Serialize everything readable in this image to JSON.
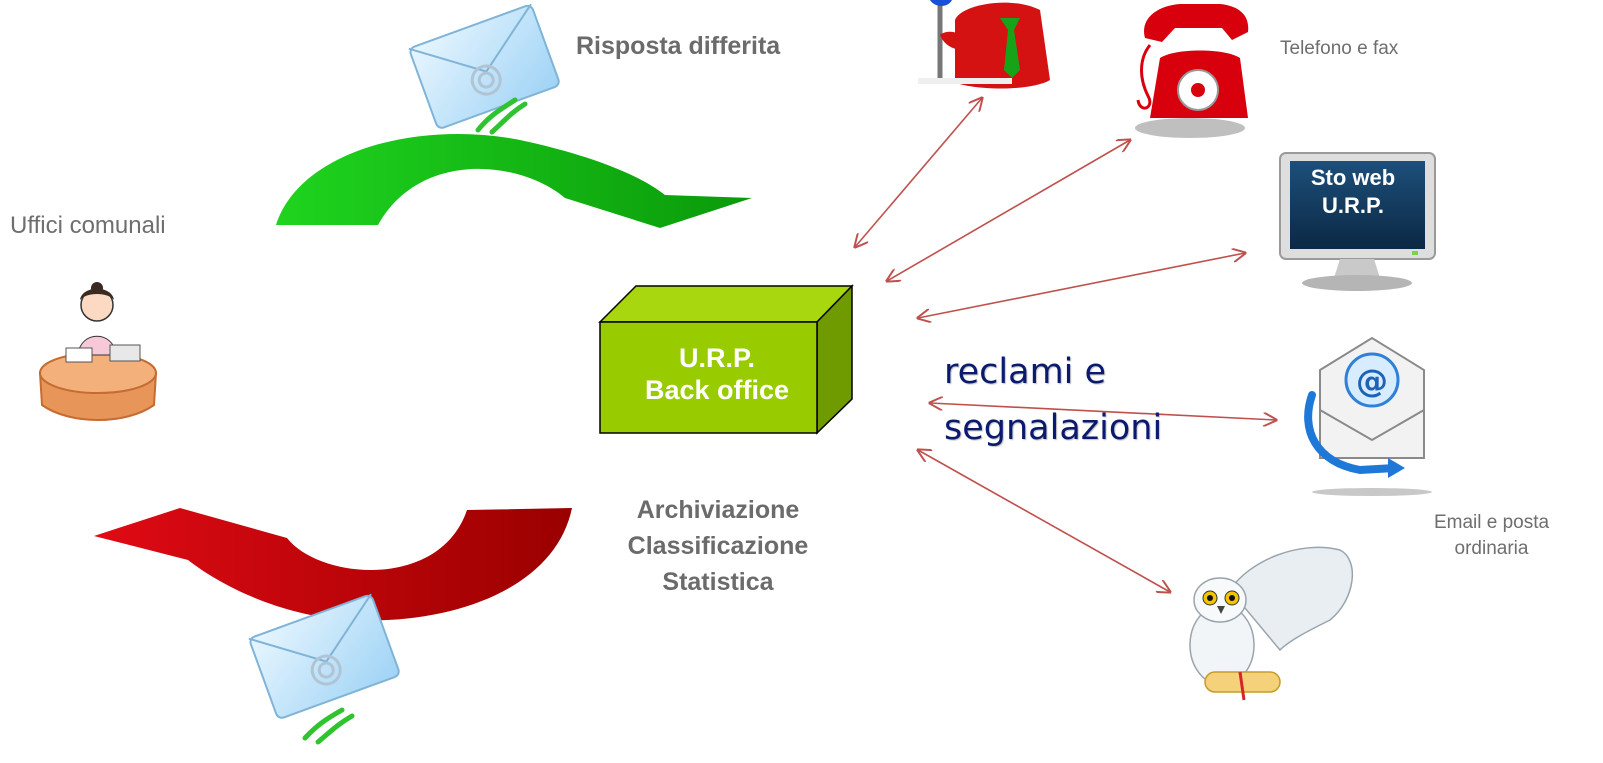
{
  "labels": {
    "risposta_differita": "Risposta differita",
    "uffici_comunali": "Uffici comunali",
    "urp_line1": "U.R.P.",
    "urp_line2": "Back office",
    "archiviazione": "Archiviazione",
    "classificazione": "Classificazione",
    "statistica": "Statistica",
    "telefono_fax": "Telefono e fax",
    "sito_web_line1": "Sto web",
    "sito_web_line2": "U.R.P.",
    "reclami_line1": "reclami e",
    "reclami_line2": "segnalazioni",
    "email_posta_line1": "Email e posta",
    "email_posta_line2": "ordinaria"
  },
  "colors": {
    "green_arrow": "#14b814",
    "red_arrow": "#c0000a",
    "cube_face": "#99cc00",
    "connector": "#c0504d",
    "reclami_text": "#0a1a6e"
  },
  "icons": [
    "envelope-icon",
    "person-icon",
    "telephone-icon",
    "monitor-icon",
    "email-icon",
    "owl-icon",
    "office-worker-icon"
  ]
}
